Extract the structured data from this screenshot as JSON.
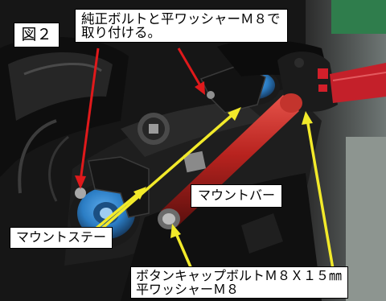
{
  "figure": {
    "label": "図２",
    "top_caption": [
      "純正ボルトと平ワッシャーＭ８で",
      "取り付ける。"
    ],
    "mount_bar_label": "マウントバー",
    "mount_stay_label": "マウントステー",
    "bottom_caption": [
      "ボタンキャップボルトＭ８Ｘ１５㎜",
      "平ワッシャーＭ８"
    ]
  },
  "colors": {
    "arrow_red": "#e0191b",
    "arrow_yellow": "#f2ea2a",
    "mount_bar": "#b8231f",
    "fork_cap_blue": "#2b7dc4",
    "grip_red": "#c4202a"
  }
}
